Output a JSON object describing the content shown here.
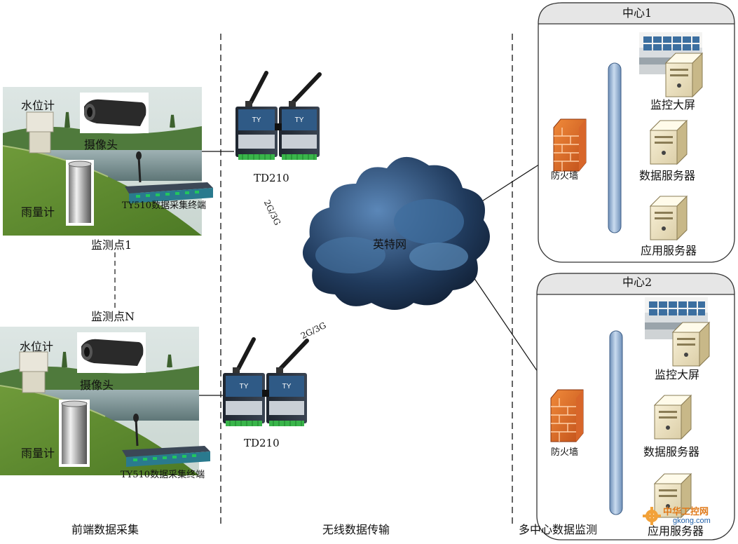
{
  "sections": {
    "front": "前端数据采集",
    "wireless": "无线数据传输",
    "center": "多中心数据监测"
  },
  "sites": [
    {
      "water_level": "水位计",
      "camera": "摄像头",
      "rain_gauge": "雨量计",
      "terminal": "TY510数据采集终端",
      "name": "监测点1",
      "modem": "TD210",
      "link": "2G/3G"
    },
    {
      "water_level": "水位计",
      "camera": "摄像头",
      "rain_gauge": "雨量计",
      "terminal": "TY510数据采集终端",
      "name": "监测点N",
      "modem": "TD210",
      "link": "2G/3G"
    }
  ],
  "cloud": "英特网",
  "centers": [
    {
      "title": "中心1",
      "firewall": "防火墙",
      "screen": "监控大屏",
      "data_server": "数据服务器",
      "app_server": "应用服务器"
    },
    {
      "title": "中心2",
      "firewall": "防火墙",
      "screen": "监控大屏",
      "data_server": "数据服务器",
      "app_server": "应用服务器"
    }
  ],
  "watermark": {
    "brand": "中华工控网",
    "url": "gkong.com"
  }
}
